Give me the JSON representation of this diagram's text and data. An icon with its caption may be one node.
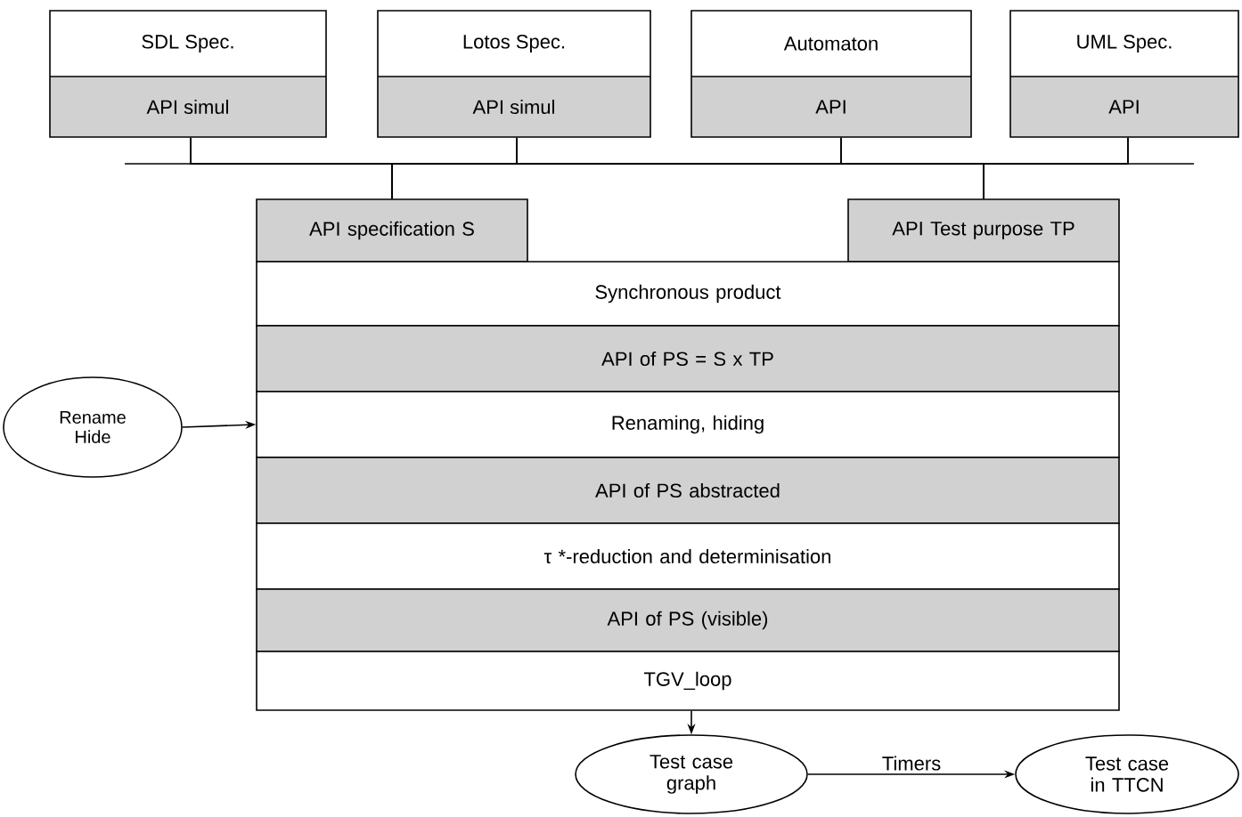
{
  "diagram": {
    "nodes": [
      {
        "text": [
          "SDL Spec.",
          "API simul"
        ]
      },
      {
        "text": [
          "Lotos Spec.",
          "API simul"
        ]
      },
      {
        "text": [
          "Automaton",
          "API"
        ]
      },
      {
        "text": [
          "UML Spec.",
          "API"
        ]
      },
      {
        "text": [
          "API specification S"
        ]
      },
      {
        "text": [
          "API Test purpose TP"
        ]
      },
      {
        "text": [
          "Synchronous product"
        ]
      },
      {
        "text": [
          "API of PS = S x TP"
        ]
      },
      {
        "text": [
          "Renaming, hiding"
        ]
      },
      {
        "text": [
          "API of PS abstracted"
        ]
      },
      {
        "text": [
          "τ *-reduction and determinisation"
        ]
      },
      {
        "text": [
          "API of PS (visible)"
        ]
      },
      {
        "text": [
          "TGV_loop"
        ]
      },
      {
        "text": [
          "Rename Hide"
        ]
      },
      {
        "text": [
          "Test case graph"
        ]
      },
      {
        "text": [
          "Test case in TTCN"
        ]
      }
    ],
    "edges": [
      {
        "from": 0,
        "to": 4,
        "arrow": "none"
      },
      {
        "from": 0,
        "to": 5,
        "arrow": "none"
      },
      {
        "from": 1,
        "to": 4,
        "arrow": "none"
      },
      {
        "from": 1,
        "to": 5,
        "arrow": "none"
      },
      {
        "from": 2,
        "to": 4,
        "arrow": "none"
      },
      {
        "from": 2,
        "to": 5,
        "arrow": "none"
      },
      {
        "from": 3,
        "to": 4,
        "arrow": "none"
      },
      {
        "from": 3,
        "to": 5,
        "arrow": "none"
      },
      {
        "from": 13,
        "to": 8,
        "arrow": "to"
      },
      {
        "from": 12,
        "to": 14,
        "arrow": "to"
      },
      {
        "from": 14,
        "to": 15,
        "label": "Timers",
        "arrow": "to"
      }
    ]
  }
}
